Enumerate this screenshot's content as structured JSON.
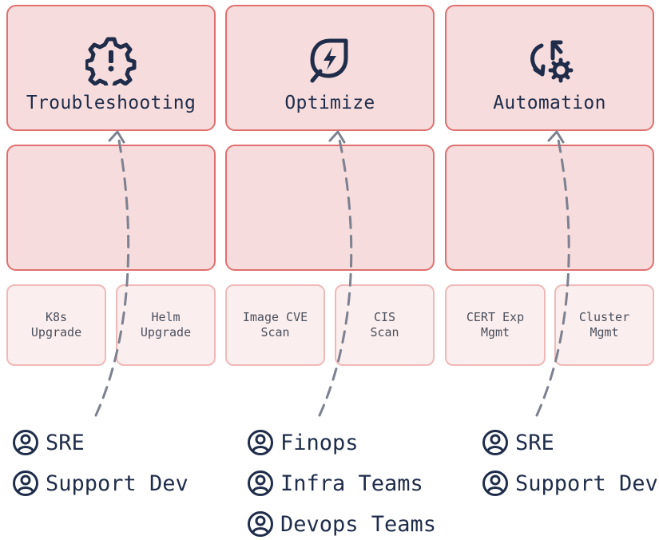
{
  "categories": [
    {
      "title": "Troubleshooting",
      "icon": "gear-alert-icon",
      "tasks": [
        "K8s\nUpgrade",
        "Helm\nUpgrade"
      ],
      "personas": [
        "SRE",
        "Support Dev"
      ]
    },
    {
      "title": "Optimize",
      "icon": "leaf-bolt-icon",
      "tasks": [
        "Image CVE\nScan",
        "CIS\nScan"
      ],
      "personas": [
        "Finops",
        "Infra Teams",
        "Devops Teams"
      ]
    },
    {
      "title": "Automation",
      "icon": "sync-gear-icon",
      "tasks": [
        "CERT Exp\nMgmt",
        "Cluster\nMgmt"
      ],
      "personas": [
        "SRE",
        "Support Dev"
      ]
    }
  ],
  "colors": {
    "box_fill": "#f6dcdc",
    "box_border": "#e07070",
    "task_fill": "#fbeeee",
    "task_border": "#f0b9b9",
    "text": "#1f2d4a",
    "arrow": "#7d8190"
  }
}
